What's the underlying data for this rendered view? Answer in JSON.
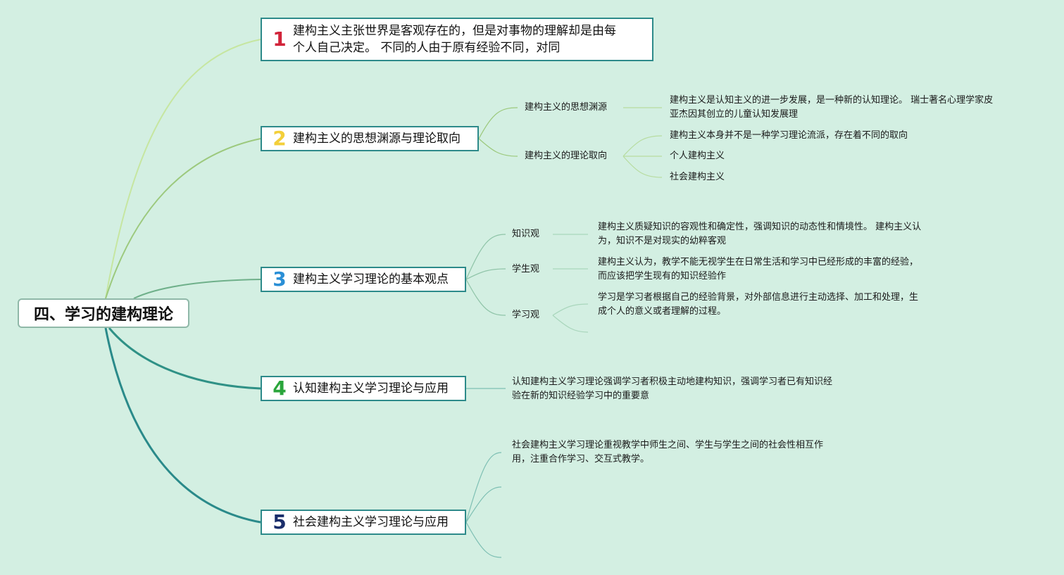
{
  "root": {
    "title": "四、学习的建构理论"
  },
  "topics": [
    {
      "num": "1",
      "color": "#d1243a",
      "label": "建构主义主张世界是客观存在的，但是对事物的理解却是由每",
      "label2": "个人自己决定。 不同的人由于原有经验不同，对同"
    },
    {
      "num": "2",
      "color": "#f3cf3a",
      "label": "建构主义的思想渊源与理论取向"
    },
    {
      "num": "3",
      "color": "#2a8fd6",
      "label": "建构主义学习理论的基本观点"
    },
    {
      "num": "4",
      "color": "#2aa53b",
      "label": "认知建构主义学习理论与应用"
    },
    {
      "num": "5",
      "color": "#1b2e6b",
      "label": "社会建构主义学习理论与应用"
    }
  ],
  "topic2": {
    "sub_origin": "建构主义的思想渊源",
    "origin_text_1": "建构主义是认知主义的进一步发展，是一种新的认知理论。 瑞士著名心理学家皮",
    "origin_text_2": "亚杰因其创立的儿童认知发展理",
    "sub_orientation": "建构主义的理论取向",
    "orientation_items": [
      "建构主义本身并不是一种学习理论流派，存在着不同的取向",
      "个人建构主义",
      "社会建构主义"
    ]
  },
  "topic3": {
    "knowledge_label": "知识观",
    "knowledge_text_1": "建构主义质疑知识的容观性和确定性，强调知识的动态性和情境性。 建构主义认",
    "knowledge_text_2": "为，知识不是对现实的幼粹客观",
    "student_label": "学生观",
    "student_text_1": "建构主义认为，教学不能无视学生在日常生活和学习中已经形成的丰富的经验，",
    "student_text_2": "而应该把学生现有的知识经验作",
    "learning_label": "学习观",
    "learning_text_1": "学习是学习者根据自己的经验背景，对外部信息进行主动选择、加工和处理，生",
    "learning_text_2": "成个人的意义或者理解的过程。"
  },
  "topic4": {
    "text_1": "认知建构主义学习理论强调学习者积极主动地建构知识，强调学习者已有知识经",
    "text_2": "验在新的知识经验学习中的重要意"
  },
  "topic5": {
    "text_1": "社会建构主义学习理论重视教学中师生之间、学生与学生之间的社会性相互作",
    "text_2": "用，注重合作学习、交互式教学。"
  },
  "colors": {
    "background": "#d3efe2",
    "branch_1": "#c6e6a0",
    "branch_2": "#9cc97d",
    "branch_3": "#6fb08a",
    "branch_4": "#2f9186",
    "branch_5": "#2a8a8a"
  }
}
